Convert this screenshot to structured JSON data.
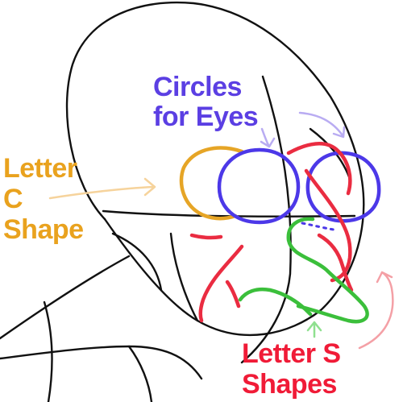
{
  "diagram": {
    "labels": {
      "eyes": {
        "line1": "Circles",
        "line2": "for Eyes"
      },
      "c_shape": {
        "line1": "Letter",
        "line2": "C",
        "line3": "Shape"
      },
      "s_shapes": {
        "line1": "Letter S",
        "line2": "Shapes"
      }
    },
    "colors": {
      "outline": "#111111",
      "eyes": "#4c38e8",
      "eyes_arrow": "#b9acf2",
      "c_shape": "#e6a526",
      "c_arrow": "#f6d39c",
      "s_red": "#ea2c41",
      "s_green": "#3bbf3b",
      "s_arrow_red": "#f4a0a6",
      "s_arrow_green": "#8fe08f"
    }
  }
}
